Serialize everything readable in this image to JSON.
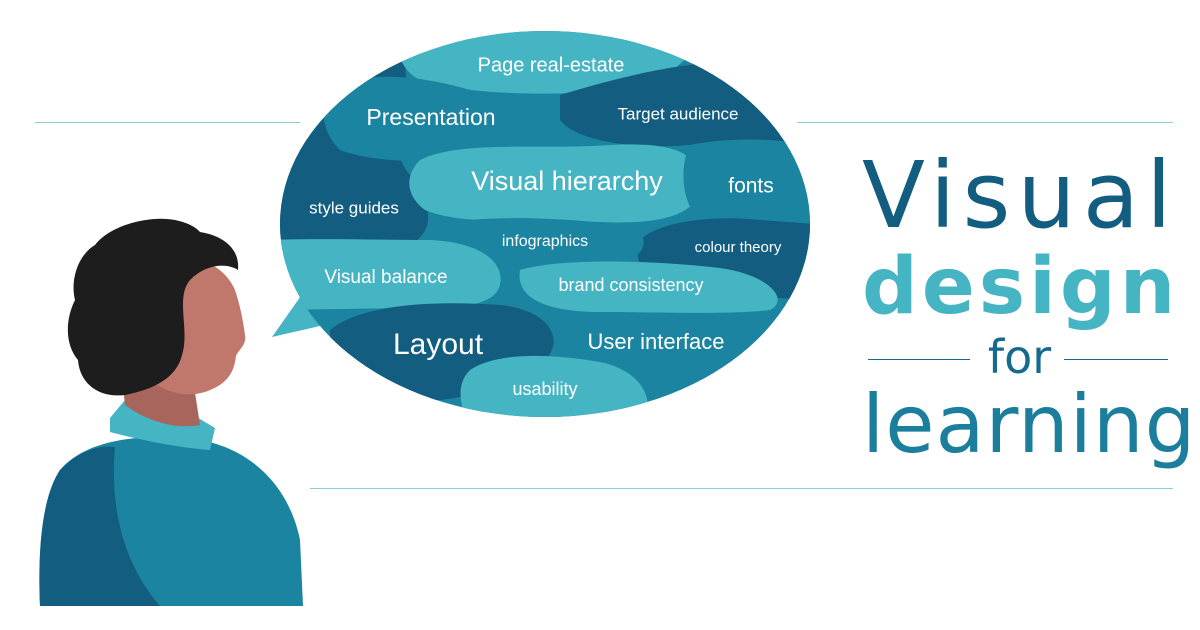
{
  "title": {
    "line1": "Visual",
    "line2": "design",
    "line3": "for",
    "line4": "learning"
  },
  "bubble_words": [
    "Page real-estate",
    "Presentation",
    "Target audience",
    "Visual hierarchy",
    "fonts",
    "style guides",
    "infographics",
    "colour theory",
    "Visual balance",
    "brand consistency",
    "Layout",
    "User interface",
    "usability"
  ],
  "colors": {
    "dark_teal": "#135e80",
    "mid_teal": "#1b84a0",
    "light_teal": "#45b4c3",
    "rule": "#8ccdd7",
    "hair": "#1d1d1d",
    "skin": "#c0776c",
    "skin_shadow": "#a8655c"
  }
}
